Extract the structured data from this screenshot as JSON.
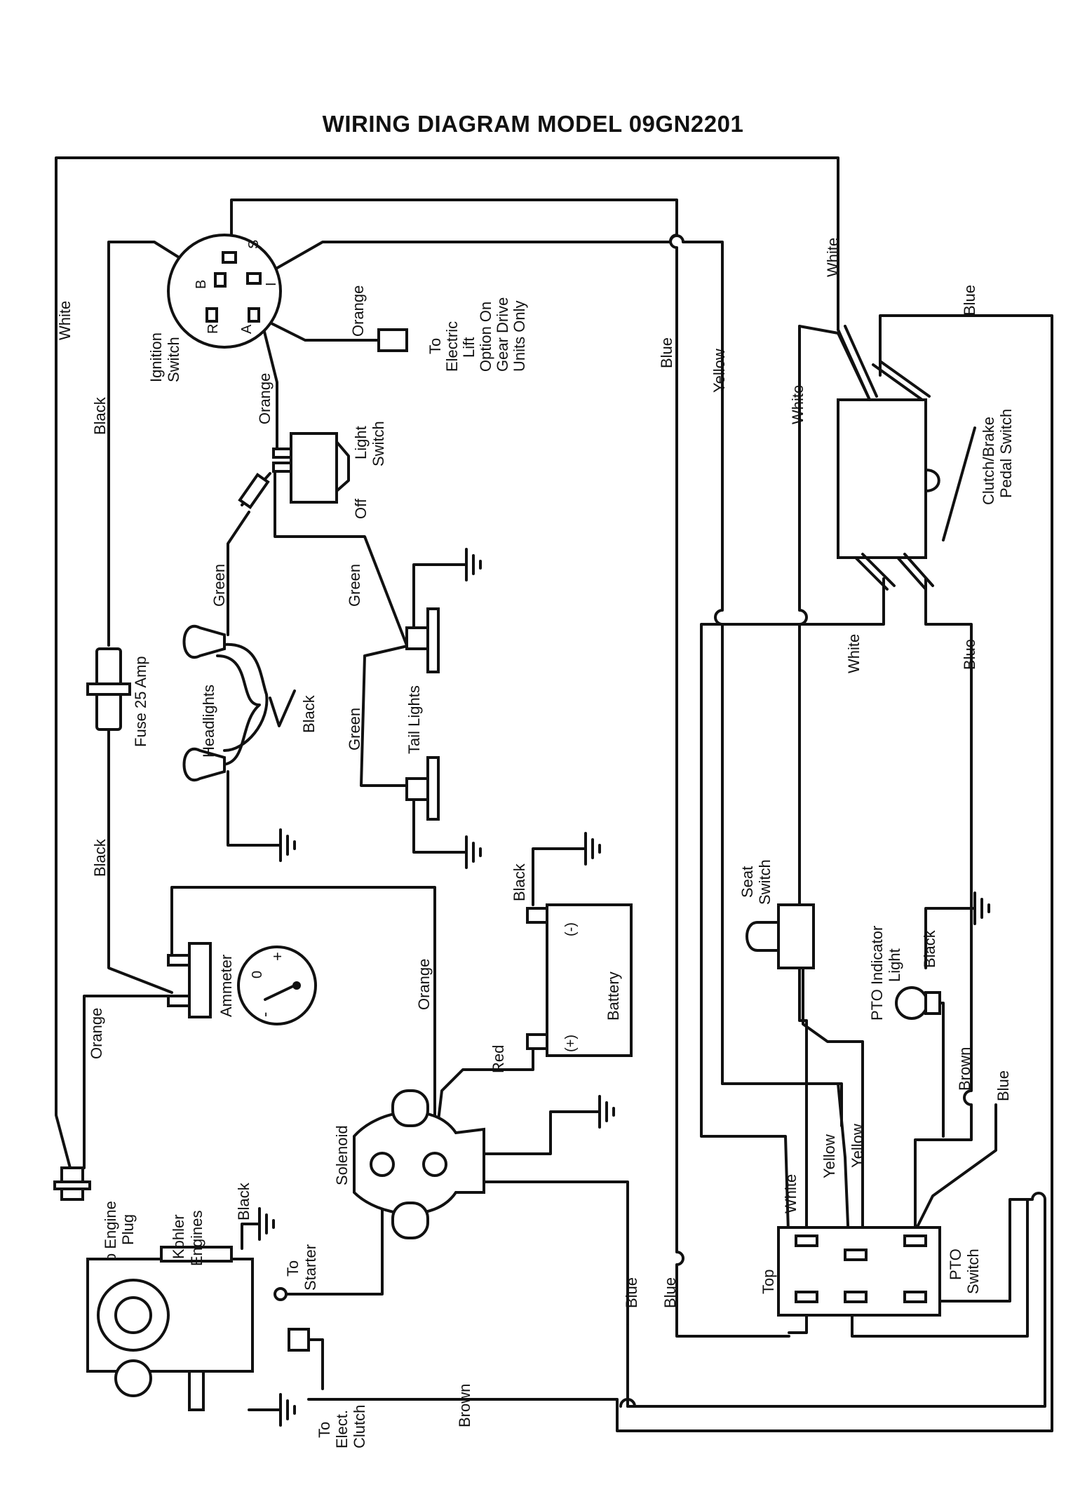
{
  "title": "WIRING DIAGRAM MODEL 09GN2201",
  "components": {
    "ignition_switch": {
      "label_line1": "Ignition",
      "label_line2": "Switch",
      "terminals": [
        "B",
        "S",
        "I",
        "R",
        "A"
      ]
    },
    "electric_lift": {
      "lines": [
        "To",
        "Electric",
        "Lift",
        "Option On",
        "Gear Drive",
        "Units Only"
      ]
    },
    "light_switch": {
      "label_line1": "Light",
      "label_line2": "Switch",
      "off_label": "Off"
    },
    "fuse": {
      "label": "Fuse 25 Amp"
    },
    "headlights": {
      "label": "Headlights"
    },
    "tail_lights": {
      "label": "Tail Lights"
    },
    "ammeter": {
      "label": "Ammeter",
      "plus": "+",
      "minus": "-",
      "zero": "0"
    },
    "battery": {
      "label": "Battery",
      "neg": "(-)",
      "pos": "(+)"
    },
    "solenoid": {
      "label": "Solenoid"
    },
    "engine_plug": {
      "line1": "To Engine",
      "line2": "Plug"
    },
    "kohler": {
      "line1": "Kohler",
      "line2": "Engines"
    },
    "starter": {
      "line1": "To",
      "line2": "Starter"
    },
    "elect_clutch": {
      "line1": "To",
      "line2": "Elect.",
      "line3": "Clutch"
    },
    "clutch_brake": {
      "line1": "Clutch/Brake",
      "line2": "Pedal Switch"
    },
    "seat_switch": {
      "line1": "Seat",
      "line2": "Switch"
    },
    "pto_light": {
      "line1": "PTO Indicator",
      "line2": "Light"
    },
    "pto_switch": {
      "line1": "PTO",
      "line2": "Switch",
      "top": "Top"
    }
  },
  "wire_labels": {
    "white": "White",
    "black": "Black",
    "orange": "Orange",
    "green": "Green",
    "blue": "Blue",
    "yellow": "Yellow",
    "red": "Red",
    "brown": "Brown"
  }
}
